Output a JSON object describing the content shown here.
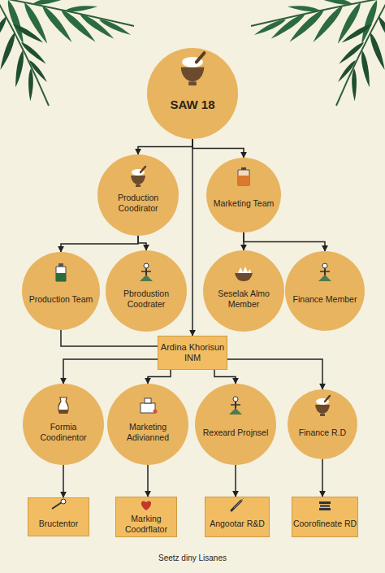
{
  "diagram": {
    "caption": "Seetz diny Lisanes",
    "nodes": [
      {
        "text": [
          "SAW 18"
        ]
      },
      {
        "text": [
          "Production Coodirator"
        ]
      },
      {
        "text": [
          "Marketing Team"
        ]
      },
      {
        "text": [
          "Production Team"
        ]
      },
      {
        "text": [
          "Pbrodustion Coodrater"
        ]
      },
      {
        "text": [
          "Seselak Almo Member"
        ]
      },
      {
        "text": [
          "Finance Member"
        ]
      },
      {
        "text": [
          "Ardina Khorisun INM"
        ]
      },
      {
        "text": [
          "Formia Coodinentor"
        ]
      },
      {
        "text": [
          "Marketing Adivianned"
        ]
      },
      {
        "text": [
          "Rexeard Projnsel"
        ]
      },
      {
        "text": [
          "Finance R.D"
        ]
      },
      {
        "text": [
          "Bructentor"
        ]
      },
      {
        "text": [
          "Marking Coodrflator"
        ]
      },
      {
        "text": [
          "Angootar R&D"
        ]
      },
      {
        "text": [
          "Coorofineate RD"
        ]
      }
    ],
    "edges": [
      {
        "from": 0,
        "to": 1,
        "arrow": "to"
      },
      {
        "from": 0,
        "to": 2,
        "arrow": "to"
      },
      {
        "from": 1,
        "to": 3,
        "arrow": "to"
      },
      {
        "from": 1,
        "to": 4,
        "arrow": "to"
      },
      {
        "from": 2,
        "to": 5,
        "arrow": "to"
      },
      {
        "from": 2,
        "to": 6,
        "arrow": "to"
      },
      {
        "from": 0,
        "to": 7,
        "arrow": "to"
      },
      {
        "from": 3,
        "to": 7,
        "arrow": "none"
      },
      {
        "from": 7,
        "to": 8,
        "arrow": "to"
      },
      {
        "from": 7,
        "to": 9,
        "arrow": "to"
      },
      {
        "from": 7,
        "to": 10,
        "arrow": "to"
      },
      {
        "from": 7,
        "to": 11,
        "arrow": "to"
      },
      {
        "from": 8,
        "to": 12,
        "arrow": "to"
      },
      {
        "from": 9,
        "to": 13,
        "arrow": "to"
      },
      {
        "from": 10,
        "to": 14,
        "arrow": "to"
      },
      {
        "from": 11,
        "to": 15,
        "arrow": "to"
      }
    ]
  }
}
